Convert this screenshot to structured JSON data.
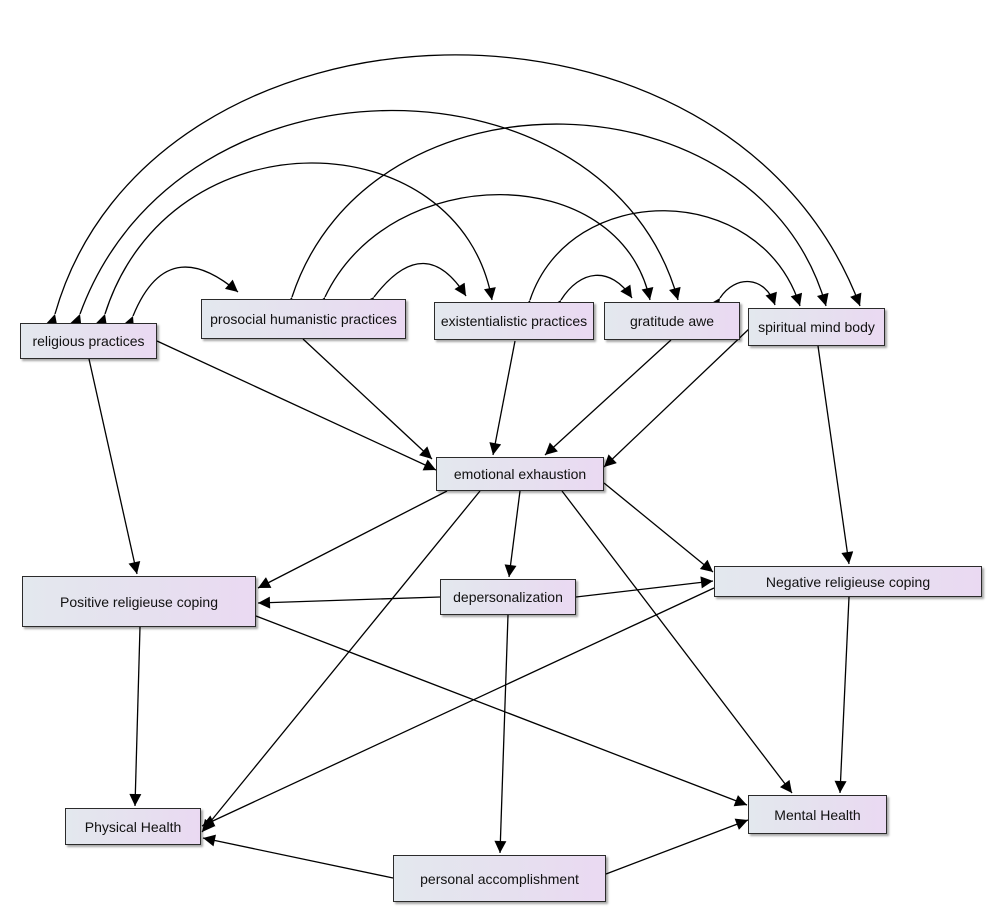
{
  "diagram": {
    "nodes": {
      "religious_practices": "religious practices",
      "prosocial_humanistic_practices": "prosocial humanistic practices",
      "existentialistic_practices": "existentialistic practices",
      "gratitude_awe": "gratitude awe",
      "spiritual_mind_body": "spiritual mind body",
      "emotional_exhaustion": "emotional exhaustion",
      "depersonalization": "depersonalization",
      "positive_religieuse_coping": "Positive religieuse coping",
      "negative_religieuse_coping": "Negative religieuse  coping",
      "physical_health": "Physical Health",
      "mental_health": "Mental Health",
      "personal_accomplishment": "personal accomplishment"
    },
    "edges": [
      {
        "from": "religious_practices",
        "to": "emotional_exhaustion"
      },
      {
        "from": "prosocial_humanistic_practices",
        "to": "emotional_exhaustion"
      },
      {
        "from": "existentialistic_practices",
        "to": "emotional_exhaustion"
      },
      {
        "from": "gratitude_awe",
        "to": "emotional_exhaustion"
      },
      {
        "from": "spiritual_mind_body",
        "to": "emotional_exhaustion"
      },
      {
        "from": "religious_practices",
        "to": "positive_religieuse_coping"
      },
      {
        "from": "spiritual_mind_body",
        "to": "negative_religieuse_coping"
      },
      {
        "from": "emotional_exhaustion",
        "to": "positive_religieuse_coping"
      },
      {
        "from": "emotional_exhaustion",
        "to": "depersonalization"
      },
      {
        "from": "emotional_exhaustion",
        "to": "negative_religieuse_coping"
      },
      {
        "from": "emotional_exhaustion",
        "to": "physical_health"
      },
      {
        "from": "emotional_exhaustion",
        "to": "mental_health"
      },
      {
        "from": "depersonalization",
        "to": "positive_religieuse_coping"
      },
      {
        "from": "depersonalization",
        "to": "negative_religieuse_coping"
      },
      {
        "from": "depersonalization",
        "to": "personal_accomplishment"
      },
      {
        "from": "positive_religieuse_coping",
        "to": "physical_health"
      },
      {
        "from": "positive_religieuse_coping",
        "to": "mental_health"
      },
      {
        "from": "negative_religieuse_coping",
        "to": "physical_health"
      },
      {
        "from": "negative_religieuse_coping",
        "to": "mental_health"
      },
      {
        "from": "personal_accomplishment",
        "to": "physical_health"
      },
      {
        "from": "personal_accomplishment",
        "to": "mental_health"
      }
    ],
    "covariances": [
      [
        "religious_practices",
        "prosocial_humanistic_practices"
      ],
      [
        "religious_practices",
        "existentialistic_practices"
      ],
      [
        "religious_practices",
        "gratitude_awe"
      ],
      [
        "religious_practices",
        "spiritual_mind_body"
      ],
      [
        "prosocial_humanistic_practices",
        "existentialistic_practices"
      ],
      [
        "prosocial_humanistic_practices",
        "gratitude_awe"
      ],
      [
        "prosocial_humanistic_practices",
        "spiritual_mind_body"
      ],
      [
        "existentialistic_practices",
        "gratitude_awe"
      ],
      [
        "existentialistic_practices",
        "spiritual_mind_body"
      ],
      [
        "gratitude_awe",
        "spiritual_mind_body"
      ]
    ]
  }
}
